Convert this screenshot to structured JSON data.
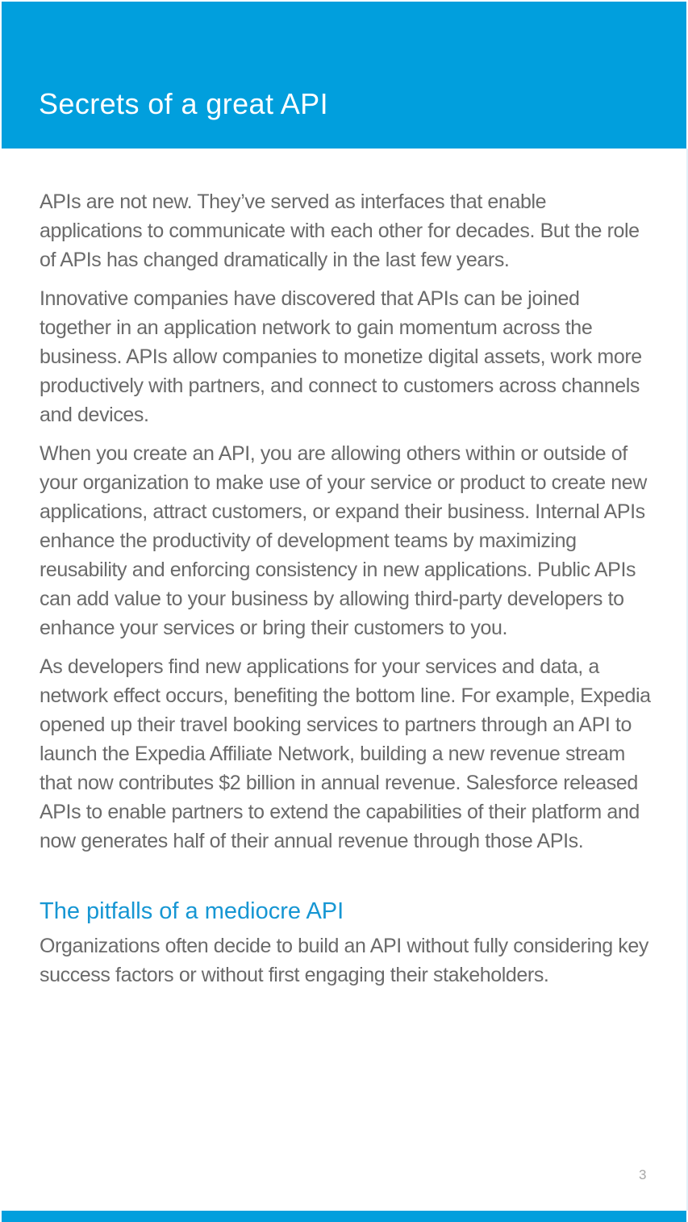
{
  "header": {
    "title": "Secrets of a great API"
  },
  "main": {
    "paragraphs": [
      "APIs are not new. They’ve served as interfaces that enable applications to communicate with each other for decades. But the role of APIs has changed dramatically in the last few years.",
      "Innovative companies have discovered that APIs can be joined together in an application network to gain momentum across the business. APIs allow companies to monetize digital assets, work more productively with partners, and connect to customers across channels and devices.",
      "When you create an API, you are allowing others within or outside of your organization to make use of your service or product to create new applications, attract customers, or expand their business. Internal APIs enhance the productivity of development teams by maximizing reusability and enforcing consistency in new applications. Public APIs can add value to your business by allowing third-party developers to enhance your services or bring their customers to you.",
      "As developers find new applications for your services and data, a network effect occurs, benefiting the bottom line. For example, Expedia opened up their travel booking services to partners through an API to launch the Expedia Affiliate Network, building a new revenue stream that now contributes $2 billion in annual revenue. Salesforce released APIs to enable partners to extend the capabilities of their platform and now generates half of their annual revenue through those APIs."
    ],
    "section": {
      "heading": "The pitfalls of a mediocre API",
      "body": "Organizations often decide to build an API without fully considering key success factors or without first engaging their stakeholders."
    }
  },
  "footer": {
    "page_number": "3"
  },
  "colors": {
    "brand_blue": "#019fdd",
    "heading_blue": "#1696d3",
    "body_text": "#6a6a6a"
  }
}
